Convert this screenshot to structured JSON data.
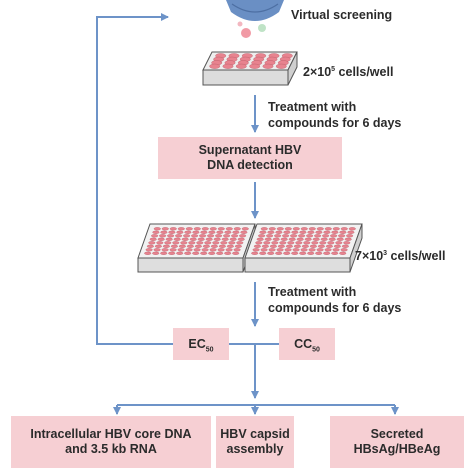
{
  "steps": {
    "virtual_screening": "Virtual screening",
    "cells_24": {
      "base": "2×10",
      "exp": "5",
      "rest": " cells/well"
    },
    "treatment_1": [
      "Treatment with",
      "compounds for 6 days"
    ],
    "supernatant_box": [
      "Supernatant HBV",
      "DNA detection"
    ],
    "cells_96": {
      "base": "7×10",
      "exp": "3",
      "rest": " cells/well"
    },
    "treatment_2": [
      "Treatment with",
      "compounds for 6 days"
    ],
    "ec50": {
      "base": "EC",
      "sub": "50"
    },
    "cc50": {
      "base": "CC",
      "sub": "50"
    }
  },
  "assays": [
    [
      "Intracellular HBV core DNA",
      "and 3.5 kb RNA"
    ],
    [
      "HBV capsid",
      "assembly"
    ],
    [
      "Secreted",
      "HBsAg/HBeAg"
    ]
  ],
  "colors": {
    "arrow": "#6d93c8",
    "box_fill": "#f6cfd3",
    "well_fill": "#e8838f",
    "plate_fill": "#f2f2f2",
    "funnel": "#6a8fc4"
  }
}
